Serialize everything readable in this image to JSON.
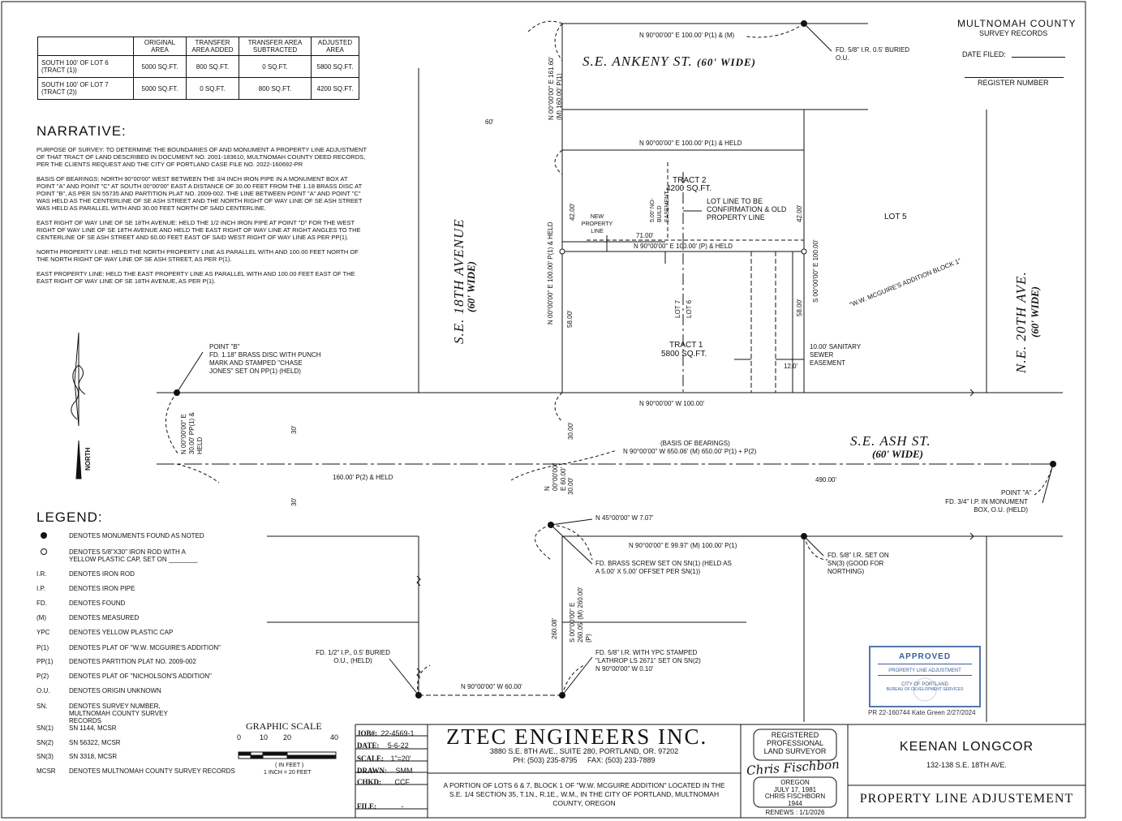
{
  "county": {
    "title": "MULTNOMAH COUNTY",
    "subtitle": "SURVEY RECORDS",
    "date_filed": "DATE FILED:",
    "register": "REGISTER NUMBER"
  },
  "area_table": {
    "headers": [
      "",
      "ORIGINAL AREA",
      "TRANSFER AREA ADDED",
      "TRANSFER AREA SUBTRACTED",
      "ADJUSTED AREA"
    ],
    "rows": [
      [
        "SOUTH 100' OF LOT 6 (TRACT (1))",
        "5000 SQ.FT.",
        "800 SQ.FT.",
        "0 SQ.FT.",
        "5800 SQ.FT."
      ],
      [
        "SOUTH 100' OF LOT 7 (TRACT (2))",
        "5000 SQ.FT.",
        "0 SQ.FT.",
        "800 SQ.FT.",
        "4200 SQ.FT."
      ]
    ]
  },
  "narrative": {
    "title": "NARRATIVE:",
    "p1": "PURPOSE OF SURVEY: TO DETERMINE THE BOUNDARIES OF AND MONUMENT A PROPERTY LINE ADJUSTMENT OF THAT TRACT OF LAND DESCRIBED IN DOCUMENT NO. 2001-183610, MULTNOMAH COUNTY DEED RECORDS, PER THE CLIENTS REQUEST AND THE CITY OF PORTLAND CASE FILE NO. 2022-160692-PR",
    "p2": "BASIS OF BEARINGS: NORTH 90°00'00\" WEST BETWEEN THE 3/4 INCH IRON PIPE IN A MONUMENT BOX AT POINT \"A\" AND POINT \"C\" AT SOUTH 00°00'00\" EAST A DISTANCE OF 30.00 FEET FROM THE 1.18 BRASS DISC AT POINT \"B\", AS PER SN 55735 AND PARTITION PLAT NO. 2009-002. THE LINE BETWEEN POINT \"A\" AND POINT \"C\" WAS HELD AS THE CENTERLINE OF SE ASH STREET AND THE NORTH RIGHT OF WAY LINE OF SE ASH STREET WAS HELD AS PARALLEL WITH AND 30.00 FEET NORTH OF SAID CENTERLINE.",
    "p3": "EAST RIGHT OF WAY LINE OF SE 18TH AVENUE: HELD THE 1/2 INCH IRON PIPE AT POINT \"D\" FOR THE WEST RIGHT OF WAY LINE OF SE 18TH AVENUE AND HELD THE EAST RIGHT OF WAY LINE AT RIGHT ANGLES TO THE CENTERLINE OF SE ASH STREET AND 60.00 FEET EAST OF SAID WEST RIGHT OF WAY LINE AS PER PP(1).",
    "p4": "NORTH PROPERTY LINE: HELD THE NORTH PROPERTY LINE AS PARALLEL WITH AND 100.00 FEET NORTH OF THE NORTH RIGHT OF WAY LINE OF SE ASH STREET, AS PER P(1).",
    "p5": "EAST PROPERTY LINE: HELD THE EAST PROPERTY LINE AS PARALLEL WITH AND 100.00 FEET EAST OF THE EAST RIGHT OF WAY LINE OF SE 18TH AVENUE, AS PER P(1)."
  },
  "legend": {
    "title": "LEGEND:",
    "items": [
      [
        "",
        "DENOTES MONUMENTS FOUND AS NOTED"
      ],
      [
        "",
        "DENOTES 5/8\"X30\" IRON ROD WITH A YELLOW PLASTIC CAP, SET ON ________"
      ],
      [
        "I.R.",
        "DENOTES IRON ROD"
      ],
      [
        "I.P.",
        "DENOTES IRON PIPE"
      ],
      [
        "FD.",
        "DENOTES FOUND"
      ],
      [
        "(M)",
        "DENOTES MEASURED"
      ],
      [
        "YPC",
        "DENOTES YELLOW PLASTIC CAP"
      ],
      [
        "P(1)",
        "DENOTES PLAT OF \"W.W. MCGUIRE'S ADDITION\""
      ],
      [
        "PP(1)",
        "DENOTES PARTITION PLAT NO. 2009-002"
      ],
      [
        "P(2)",
        "DENOTES PLAT OF \"NICHOLSON'S ADDITION\""
      ],
      [
        "O.U.",
        "DENOTES ORIGIN UNKNOWN"
      ],
      [
        "SN.",
        "DENOTES SURVEY NUMBER, MULTNOMAH COUNTY SURVEY RECORDS"
      ],
      [
        "SN(1)",
        "SN 1144, MCSR"
      ],
      [
        "SN(2)",
        "SN 56322, MCSR"
      ],
      [
        "SN(3)",
        "SN 3318, MCSR"
      ],
      [
        "MCSR",
        "DENOTES MULTNOMAH COUNTY SURVEY RECORDS"
      ]
    ]
  },
  "graphic_scale": {
    "title": "GRAPHIC SCALE",
    "ticks": [
      "0",
      "10",
      "20",
      "40"
    ],
    "unit": "( IN FEET )",
    "ratio": "1 INCH = 20 FEET"
  },
  "north": "NORTH",
  "streets": {
    "ankeny": "S.E. ANKENY ST.",
    "ankeny_w": "(60' WIDE)",
    "ave18": "S.E. 18TH AVENUE",
    "ave18_w": "(60' WIDE)",
    "ash": "S.E. ASH ST.",
    "ash_w": "(60' WIDE)",
    "ave20": "N.E. 20TH AVE.",
    "ave20_w": "(60' WIDE)"
  },
  "labels": {
    "top_brg": "N 90°00'00\" E 100.00' P(1) & (M)",
    "fd_58_buried": "FD. 5/8\" I.R. 0.5' BURIED O.U.",
    "n_line_brg": "N 90°00'00\" E 100.00' P(1) & HELD",
    "ankeny_w_brg": "N 00°00'00\" E 161.60' (M) 160.00' P(1)",
    "sixty": "60'",
    "tract2": "TRACT 2",
    "tract2_area": "4200 SQ.FT.",
    "lot_line_note": "LOT LINE TO BE CONFIRMATION & OLD PROPERTY LINE",
    "no_build": "5.00' NO-BUILD EASEMENT",
    "new_prop_line": "NEW PROPERTY LINE",
    "d71": "71.00'",
    "mid_brg": "N 90°00'00\" E 100.00' (P) & HELD",
    "d42_l": "42.00'",
    "d42_r": "42.00'",
    "lot5": "LOT 5",
    "mcguire": "\"W.W. MCGUIRE'S ADDITION BLOCK 1\"",
    "w_line_brg": "N 00°00'00\" E 100.00' P(1) & HELD",
    "e_line_brg": "S 00°00'00\" E 100.00'",
    "d58_l": "58.00'",
    "d58_r": "58.00'",
    "lot7": "LOT 7",
    "lot6": "LOT 6",
    "tract1": "TRACT 1",
    "tract1_area": "5800 SQ.FT.",
    "sanitary": "10.00' SANITARY SEWER EASEMENT",
    "d12": "12.0'",
    "s_line_brg": "N 90°00'00\" W 100.00'",
    "point_b": "POINT \"B\"",
    "point_b_desc": "FD. 1.18\" BRASS DISC WITH PUNCH MARK AND STAMPED \"CHASE JONES\" SET ON PP(1) (HELD)",
    "b_brg": "N 00°00'00\" E 30.00' PP(1) & HELD",
    "d30a": "30'",
    "d30b": "30'",
    "d30c": "30.00'",
    "d30d": "30.00'",
    "basis": "(BASIS OF BEARINGS)",
    "basis_brg": "N 90°00'00\" W 650.06' (M) 650.00' P(1) + P(2)",
    "d160": "160.00' P(2) & HELD",
    "d490": "490.00'",
    "c_brg": "N 00°00'00\" E 60.00'",
    "point_a": "POINT \"A\"",
    "point_a_desc": "FD. 3/4\" I.P. IN MONUMENT BOX, O.U. (HELD)",
    "n45": "N 45°00'00\" W 7.07'",
    "s_ash_brg": "N 90°00'00\" E 99.97' (M) 100.00' P(1)",
    "fd_58_sn3": "FD. 5/8\" I.R. SET ON SN(3) (GOOD FOR NORTHING)",
    "brass_screw": "FD. BRASS SCREW SET ON SN(1) (HELD AS A 5.00' X 5.00' OFFSET PER SN(1))",
    "d260": "260.08'",
    "s260_brg": "S 00°00'00\" E 260.05' (M) 260.00' (P)",
    "fd_12": "FD. 1/2\" I.P., 0.5' BURIED O.U., (HELD)",
    "fd_58_ypc": "FD. 5/8\" I.R. WITH YPC STAMPED \"LATHROP LS 2671\" SET ON SN(2) N 90°00'00\" W 0.10'",
    "bottom_brg": "N 90°00'00\" W 60.00'"
  },
  "stamp": {
    "title": "APPROVED",
    "line1": "PROPERTY LINE ADJUSTMENT",
    "line2": "CITY OF PORTLAND",
    "line3": "BUREAU OF DEVELOPMENT SERVICES",
    "ref": "PR 22-160744 Kate Green 2/27/2024"
  },
  "title_block": {
    "job_l": "JOB#:",
    "job": "22-4569-1",
    "date_l": "DATE:",
    "date": "5-6-22",
    "scale_l": "SCALE:",
    "scale": "1\"=20'",
    "drawn_l": "DRAWN:",
    "drawn": "SMM",
    "chkd_l": "CHKD:",
    "chkd": "CCF",
    "file_l": "FILE:",
    "file": "-",
    "company": "ZTEC ENGINEERS INC.",
    "address": "3880 S.E. 8TH AVE., SUITE 280, PORTLAND, OR. 97202",
    "phone": "PH: (503) 235-8795     FAX: (503) 233-7889",
    "desc": "A PORTION OF LOTS 6 & 7, BLOCK 1 OF \"W.W. MCGUIRE ADDITION\" LOCATED IN THE S.E. 1/4 SECTION 35, T.1N., R.1E., W.M., IN THE CITY OF PORTLAND, MULTNOMAH COUNTY, OREGON",
    "surveyor_l1": "REGISTERED",
    "surveyor_l2": "PROFESSIONAL",
    "surveyor_l3": "LAND SURVEYOR",
    "signature": "Chris Fischbon",
    "state": "OREGON",
    "reg_date": "JULY 17, 1981",
    "surveyor_name": "CHRIS FISCHBORN",
    "reg_no": "1944",
    "renews": "RENEWS : 1/1/2026",
    "client": "KEENAN LONGCOR",
    "client_addr": "132-138 S.E. 18TH AVE.",
    "plan_title": "PROPERTY LINE ADJUSTEMENT"
  }
}
